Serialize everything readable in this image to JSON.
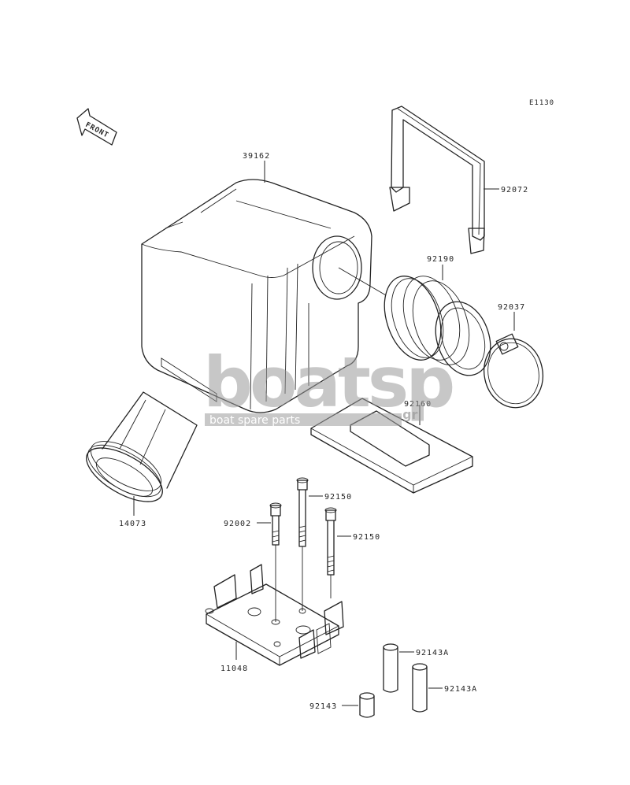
{
  "diagram_code": "E1130",
  "front_label": "FRONT",
  "watermark": {
    "brand": "boatsp",
    "suffix": ".gr",
    "tagline": "boat spare parts"
  },
  "parts": [
    {
      "id": "p39162",
      "number": "39162"
    },
    {
      "id": "p92072",
      "number": "92072"
    },
    {
      "id": "p92190",
      "number": "92190"
    },
    {
      "id": "p92037",
      "number": "92037"
    },
    {
      "id": "p92160",
      "number": "92160"
    },
    {
      "id": "p14073",
      "number": "14073"
    },
    {
      "id": "p92150a",
      "number": "92150"
    },
    {
      "id": "p92002",
      "number": "92002"
    },
    {
      "id": "p92150b",
      "number": "92150"
    },
    {
      "id": "p11048",
      "number": "11048"
    },
    {
      "id": "p92143A1",
      "number": "92143A"
    },
    {
      "id": "p92143A2",
      "number": "92143A"
    },
    {
      "id": "p92143",
      "number": "92143"
    }
  ]
}
